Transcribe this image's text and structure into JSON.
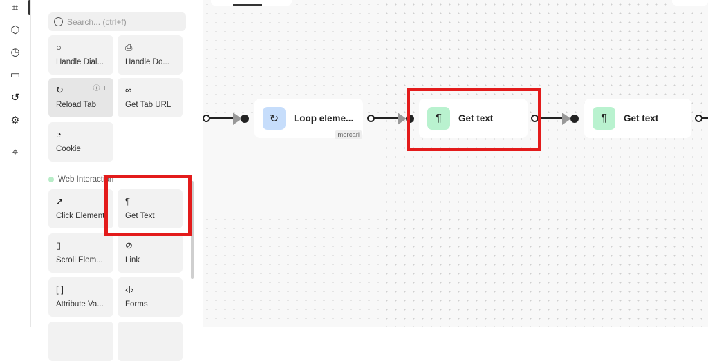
{
  "rail": {
    "icons": [
      "workflow-icon",
      "package-icon",
      "clock-icon",
      "storage-icon",
      "history-icon",
      "settings-icon",
      "target-icon"
    ]
  },
  "sidebar": {
    "search_placeholder": "Search... (ctrl+f)",
    "blocks_top": [
      {
        "label": "Handle Dial...",
        "icon": "chat-bubble-icon"
      },
      {
        "label": "Handle Do...",
        "icon": "file-download-icon"
      },
      {
        "label": "Reload Tab",
        "icon": "reload-icon"
      },
      {
        "label": "Get Tab URL",
        "icon": "link-icon"
      },
      {
        "label": "Cookie",
        "icon": "cookie-icon"
      }
    ],
    "section_title": "Web Interaction",
    "section_color": "#b7ecc7",
    "blocks_web": [
      {
        "label": "Click Element",
        "icon": "cursor-icon"
      },
      {
        "label": "Get Text",
        "icon": "paragraph-icon"
      },
      {
        "label": "Scroll Elem...",
        "icon": "mouse-icon"
      },
      {
        "label": "Link",
        "icon": "link-icon"
      },
      {
        "label": "Attribute Va...",
        "icon": "brackets-icon"
      },
      {
        "label": "Forms",
        "icon": "text-cursor-icon"
      }
    ]
  },
  "canvas": {
    "nodes": [
      {
        "label": "Loop eleme...",
        "tag": "mercari",
        "color": "#c6ddfb"
      },
      {
        "label": "Get text",
        "color": "#b9f2cf"
      },
      {
        "label": "Get text",
        "color": "#b9f2cf"
      }
    ]
  },
  "highlight_color": "#e31b1b"
}
